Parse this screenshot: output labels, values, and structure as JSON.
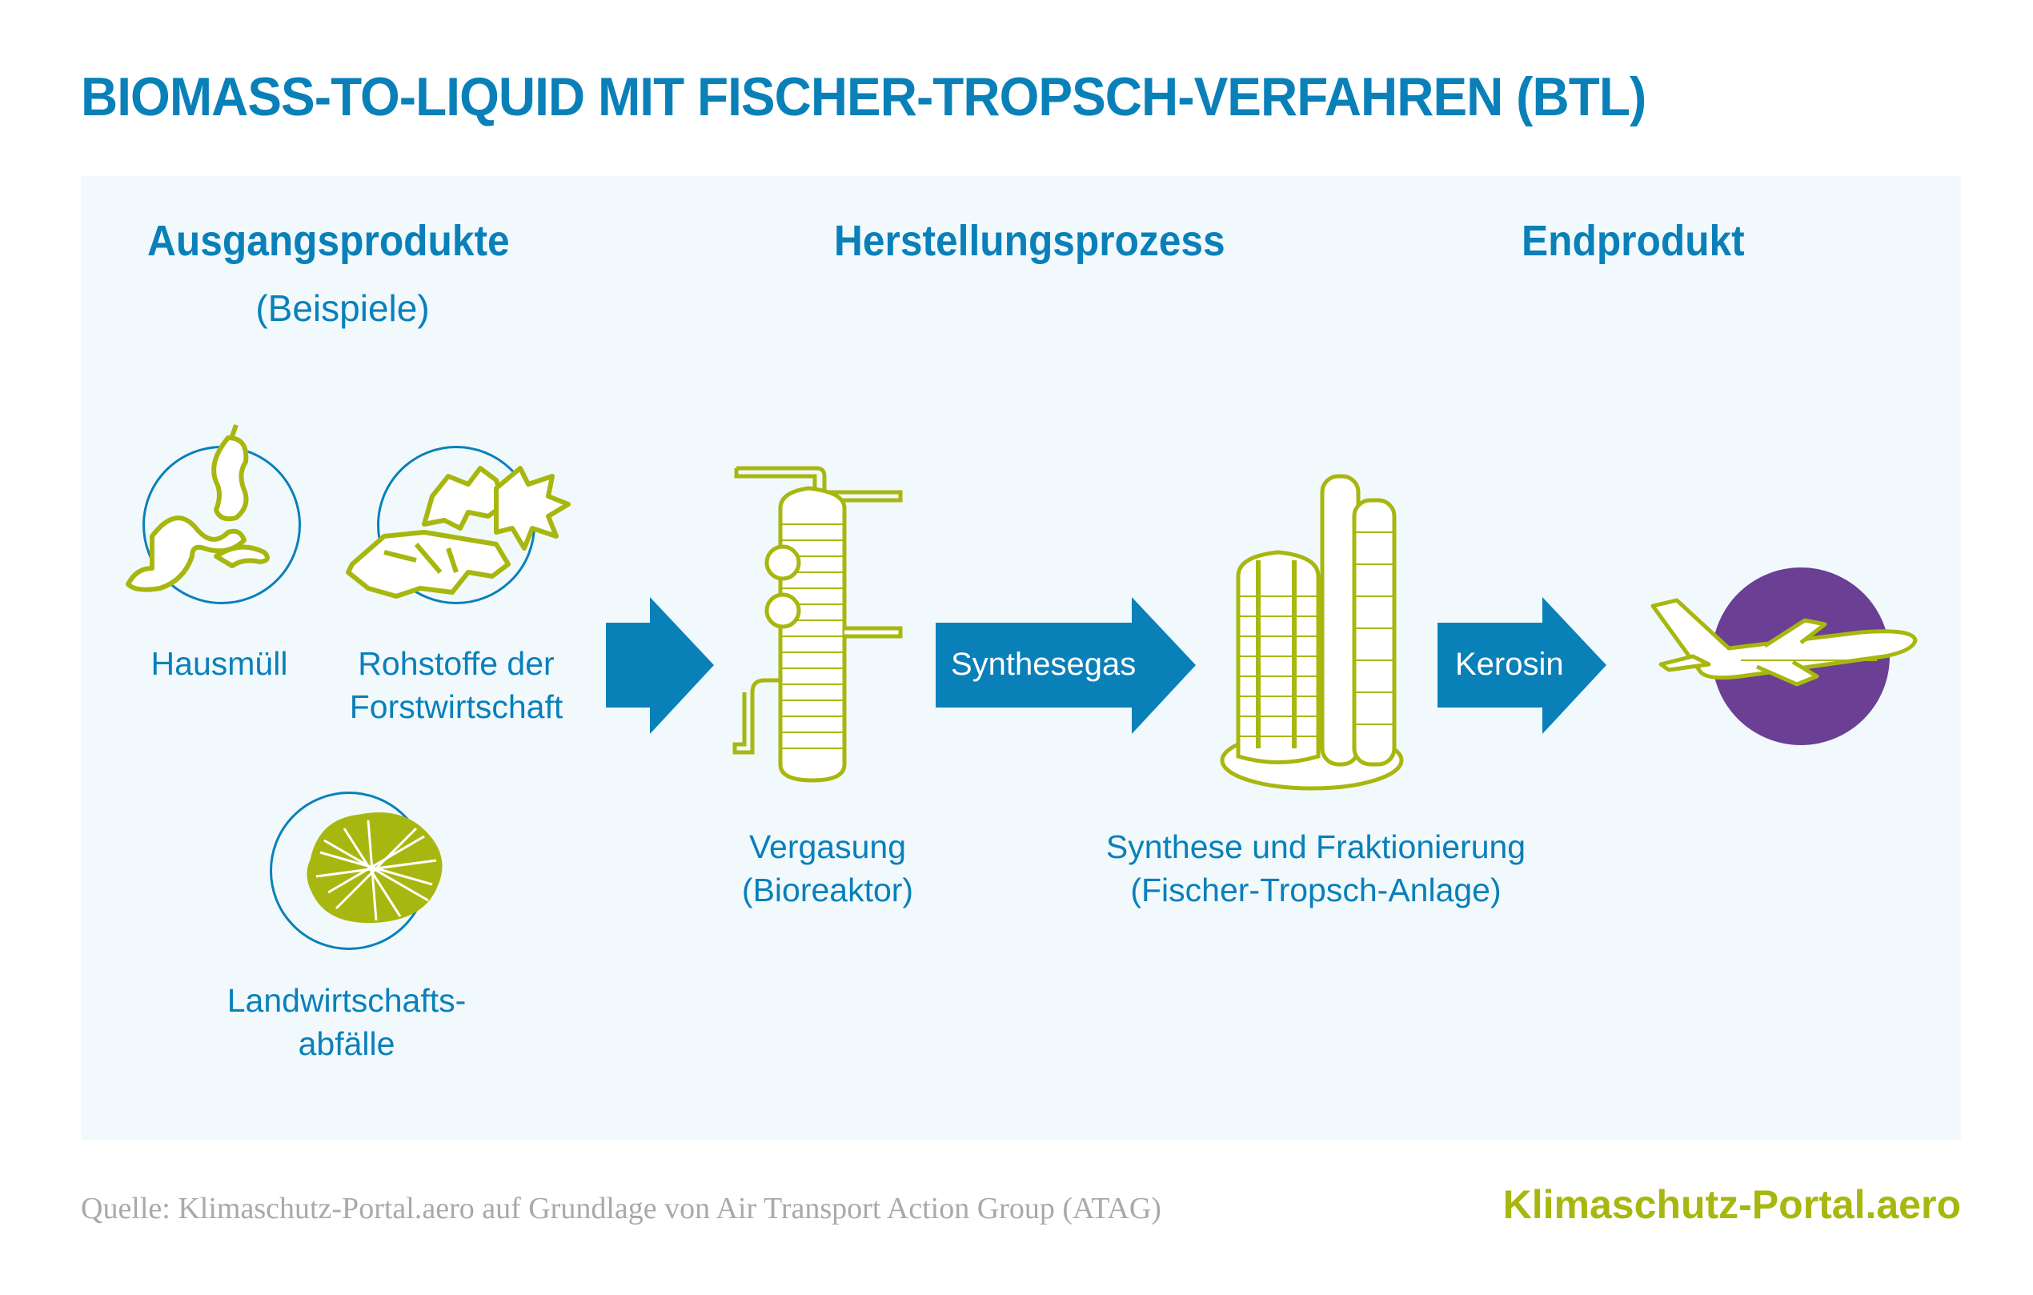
{
  "title": "BIOMASS-TO-LIQUID MIT FISCHER-TROPSCH-VERFAHREN (BTL)",
  "columns": {
    "inputs": {
      "heading": "Ausgangsprodukte",
      "subheading": "(Beispiele)"
    },
    "process": {
      "heading": "Herstellungsprozess"
    },
    "output": {
      "heading": "Endprodukt"
    }
  },
  "inputs": [
    {
      "label": "Hausmüll",
      "icon": "waste-icon"
    },
    {
      "label_line1": "Rohstoffe der",
      "label_line2": "Forstwirtschaft",
      "icon": "wood-leaves-icon"
    },
    {
      "label_line1": "Landwirtschafts-",
      "label_line2": "abfälle",
      "icon": "straw-icon"
    }
  ],
  "arrows": [
    {
      "label": ""
    },
    {
      "label": "Synthesegas"
    },
    {
      "label": "Kerosin"
    }
  ],
  "steps": [
    {
      "label_line1": "Vergasung",
      "label_line2": "(Bioreaktor)",
      "icon": "bioreactor-icon"
    },
    {
      "label_line1": "Synthese und Fraktionierung",
      "label_line2": "(Fischer-Tropsch-Anlage)",
      "icon": "fischer-tropsch-plant-icon"
    }
  ],
  "output": {
    "icon": "airplane-icon"
  },
  "footer": {
    "source": "Quelle: Klimaschutz-Portal.aero auf Grundlage von Air Transport Action Group (ATAG)",
    "brand": "Klimaschutz-Portal.aero"
  },
  "colors": {
    "blue": "#0a80b9",
    "green": "#a8b70f",
    "purple": "#6b3f94",
    "panel": "#f1f9fd"
  }
}
